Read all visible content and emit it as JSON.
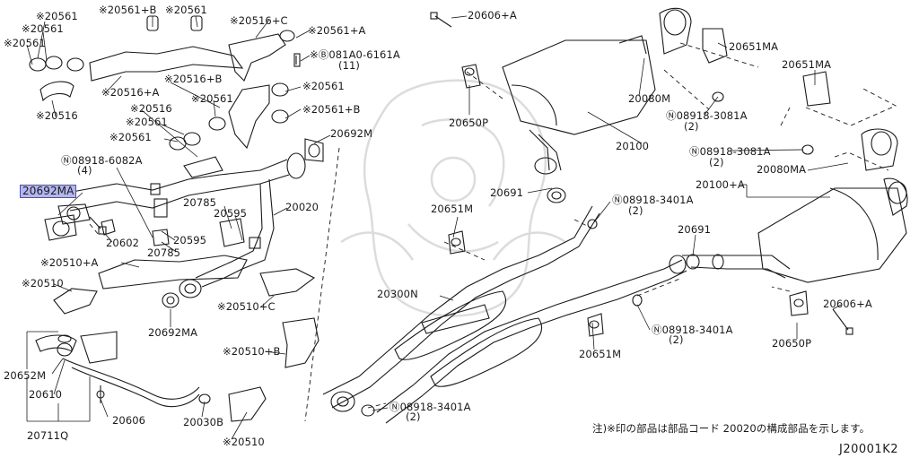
{
  "callouts": {
    "l20561_a": "※20561",
    "l20561_b": "※20561",
    "l20561_c": "※20561",
    "l20561_b_top": "※20561+B",
    "l20561_top": "※20561",
    "l20516_c": "※20516+C",
    "l20561_a_top": "※20561+A",
    "l081a0": "※Ⓑ081A0-6161A",
    "l081a0_qty": "(11)",
    "l20516_a": "※20516+A",
    "l20516_b": "※20516+B",
    "l20561_mid": "※20561",
    "l20561_right": "※20561",
    "l20516": "※20516",
    "l20516_left": "※20516",
    "l20561_mid2": "※20561",
    "l20561_b2": "※20561+B",
    "l20561_mid3": "※20561",
    "l20692m": "20692M",
    "l08918_6082a": "Ⓝ08918-6082A",
    "l08918_6082a_qty": "(4)",
    "l20692ma_hl": "20692MA",
    "l20785": "20785",
    "l20595": "20595",
    "l20020": "20020",
    "l20602": "20602",
    "l20595_b": "20595",
    "l20785_b": "20785",
    "l20510_a": "※20510+A",
    "l20510": "※20510",
    "l20510_c": "※20510+C",
    "l20692ma": "20692MA",
    "l20510_b": "※20510+B",
    "l20652m": "20652M",
    "l20610": "20610",
    "l20606": "20606",
    "l20030b": "20030B",
    "l20711q": "20711Q",
    "l20510_bot": "※20510",
    "l20606_a": "20606+A",
    "l20650p": "20650P",
    "l20080m": "20080M",
    "l20100": "20100",
    "l20651ma": "20651MA",
    "l20651ma_b": "20651MA",
    "l08918_3081a": "Ⓝ08918-3081A",
    "l08918_3081a_qty": "(2)",
    "l08918_3081a_b": "Ⓝ08918-3081A",
    "l08918_3081a_b_qty": "(2)",
    "l20080ma": "20080MA",
    "l20100_a": "20100+A",
    "l20691": "20691",
    "l08918_3401a": "Ⓝ08918-3401A",
    "l08918_3401a_qty": "(2)",
    "l20651m": "20651M",
    "l20691_b": "20691",
    "l20300n": "20300N",
    "l20651m_b": "20651M",
    "l08918_3401a_b": "Ⓝ08918-3401A",
    "l08918_3401a_b_qty": "(2)",
    "l20606_a_b": "20606+A",
    "l20650p_b": "20650P",
    "l08918_3401a_c": "Ⓝ08918-3401A",
    "l08918_3401a_c_qty": "(2)"
  },
  "footnote": "注)※印の部品は部品コード 20020の構成部品を示します。",
  "diagram_code": "J20001K2",
  "colors": {
    "line": "#1a1a1a",
    "highlight_fill": "#b3b6f0",
    "highlight_border": "#4a4fb8",
    "watermark": "#dcdcdc"
  }
}
